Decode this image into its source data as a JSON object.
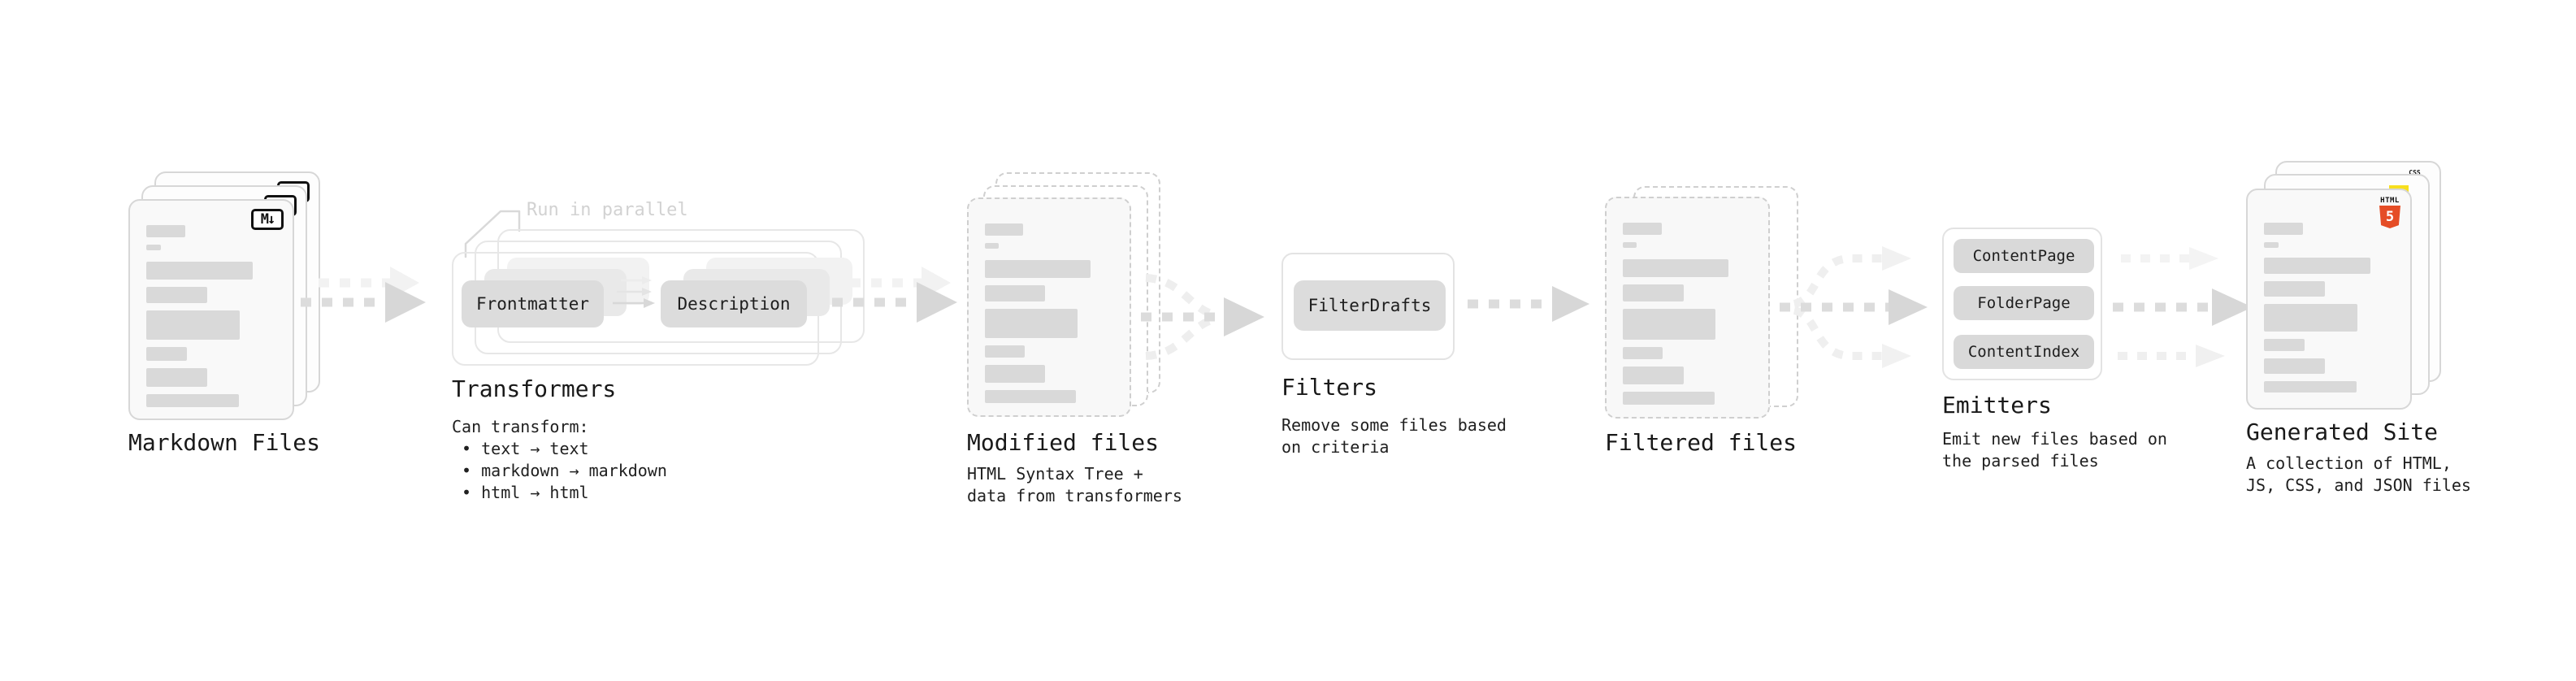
{
  "diagram": {
    "markdown_files": {
      "label": "Markdown Files",
      "icon_text": "M↓"
    },
    "transformers": {
      "annotation": "Run in parallel",
      "node_a": "Frontmatter",
      "node_b": "Description",
      "label": "Transformers",
      "desc_title": "Can transform:",
      "bullet_char": "•",
      "bullets": [
        "text → text",
        "markdown → markdown",
        "html → html"
      ]
    },
    "modified_files": {
      "label": "Modified files",
      "desc": [
        "HTML Syntax Tree +",
        "data from transformers"
      ]
    },
    "filters": {
      "label": "Filters",
      "node": "FilterDrafts",
      "desc": [
        "Remove some files based",
        "on criteria"
      ]
    },
    "filtered_files": {
      "label": "Filtered files"
    },
    "emitters": {
      "label": "Emitters",
      "nodes": [
        "ContentPage",
        "FolderPage",
        "ContentIndex"
      ],
      "desc": [
        "Emit new files based on",
        "the parsed files"
      ]
    },
    "generated_site": {
      "label": "Generated Site",
      "desc": [
        "A collection of HTML,",
        "JS, CSS, and JSON files"
      ],
      "css_badge": "CSS",
      "html_badge": "HTML",
      "html_number": "5"
    },
    "colors": {
      "arrow_dark": "#dcdcdc",
      "arrow_light": "#f1f1f1",
      "html5_orange": "#e54d26",
      "js_yellow": "#f7df1e",
      "css_blue": "#2862e9"
    }
  }
}
